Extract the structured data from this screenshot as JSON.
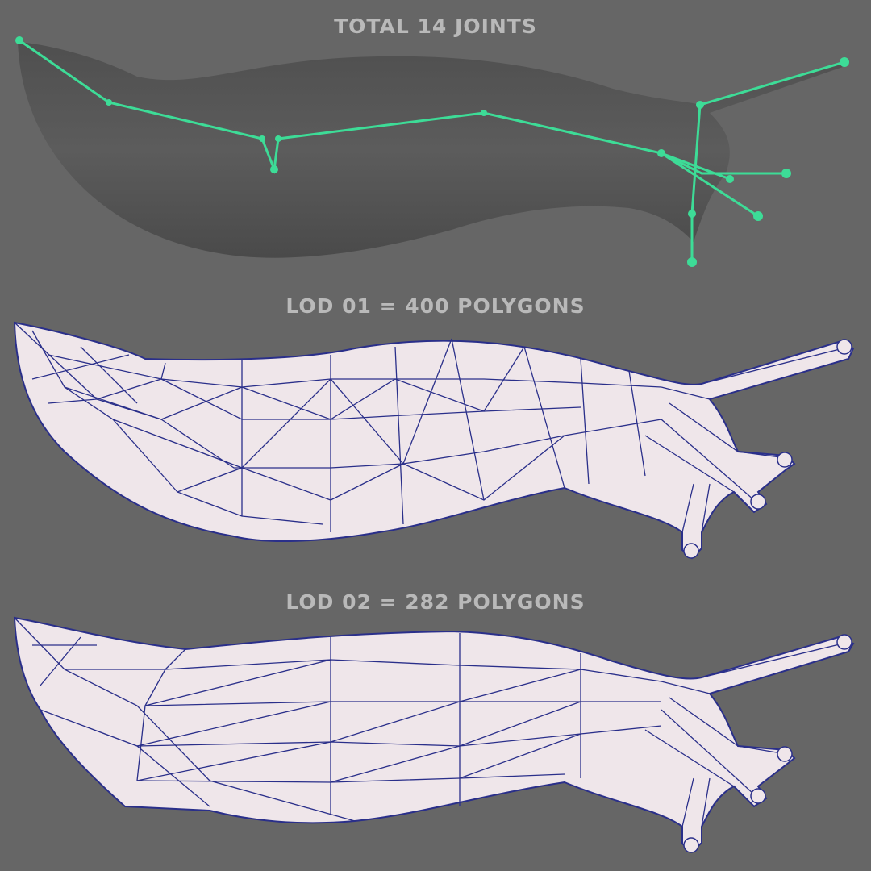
{
  "sections": {
    "rig": {
      "title": "TOTAL 14 JOINTS",
      "joint_count": 14,
      "joint_color": "#3ddc97",
      "body_color": "#5a5a5a"
    },
    "lod01": {
      "title": "LOD 01 = 400 POLYGONS",
      "polygons": 400,
      "wire_color": "#2a2f8a",
      "surface_color": "#efe6ea"
    },
    "lod02": {
      "title": "LOD 02 = 282 POLYGONS",
      "polygons": 282,
      "wire_color": "#2a2f8a",
      "surface_color": "#efe6ea"
    }
  },
  "background": "#666666"
}
